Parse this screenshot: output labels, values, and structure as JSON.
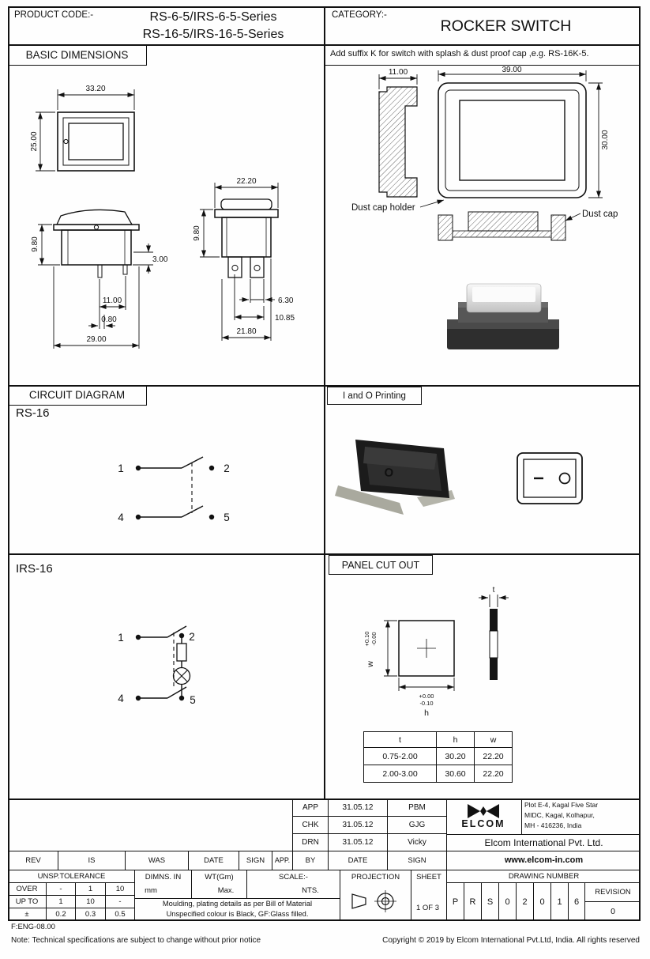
{
  "header": {
    "product_code_label": "PRODUCT CODE:-",
    "product_codes": [
      "RS-6-5/IRS-6-5-Series",
      "RS-16-5/IRS-16-5-Series"
    ],
    "category_label": "CATEGORY:-",
    "category": "ROCKER SWITCH"
  },
  "basic_dimensions": {
    "section_title": "BASIC DIMENSIONS",
    "suffix_note": "Add suffix K for switch with splash & dust proof cap ,e.g. RS-16K-5.",
    "dims": {
      "front_width": "33.20",
      "front_height": "25.00",
      "side_height": "9.80",
      "side_depth": "3.00",
      "pin_pitch": "11.00",
      "pin_offset": "0.80",
      "overall_width": "29.00",
      "top_width": "22.20",
      "front2_height": "9.80",
      "tab_width": "6.30",
      "tab_pitch": "10.85",
      "body_width": "21.80",
      "holder_depth": "11.00",
      "holder_width": "39.00",
      "holder_height": "30.00"
    },
    "labels": {
      "dust_cap_holder": "Dust cap holder",
      "dust_cap": "Dust cap"
    }
  },
  "circuit_diagram": {
    "section_title": "CIRCUIT DIAGRAM",
    "rs16_label": "RS-16",
    "irs16_label": "IRS-16",
    "terminals": [
      "1",
      "2",
      "4",
      "5"
    ]
  },
  "io_printing": {
    "section_title": "I and O Printing",
    "photo_mark": "O"
  },
  "panel_cutout": {
    "section_title": "PANEL CUT OUT",
    "dim_labels": {
      "t": "t",
      "h": "h",
      "w": "w",
      "w_tol_plus": "+0.10",
      "w_tol_minus": "-0.00",
      "h_tol_plus": "+0.00",
      "h_tol_minus": "-0.10"
    },
    "table": {
      "headers": [
        "t",
        "h",
        "w"
      ],
      "rows": [
        [
          "0.75-2.00",
          "30.20",
          "22.20"
        ],
        [
          "2.00-3.00",
          "30.60",
          "22.20"
        ]
      ]
    }
  },
  "title_block": {
    "approvals": [
      {
        "role": "APP",
        "date": "31.05.12",
        "sign": "PBM"
      },
      {
        "role": "CHK",
        "date": "31.05.12",
        "sign": "GJG"
      },
      {
        "role": "DRN",
        "date": "31.05.12",
        "sign": "Vicky"
      }
    ],
    "rev_headers": [
      "REV",
      "IS",
      "WAS",
      "DATE",
      "SIGN",
      "APP.",
      "BY",
      "DATE",
      "SIGN"
    ],
    "company": {
      "logo_text": "ELCOM",
      "address_lines": [
        "Plot E-4, Kagal Five Star",
        "MIDC, Kagal, Kolhapur,",
        "MH - 416236, India"
      ],
      "name": "Elcom International Pvt. Ltd.",
      "website": "www.elcom-in.com"
    },
    "tolerance": {
      "title": "UNSP.TOLERANCE",
      "rows": [
        [
          "OVER",
          "-",
          "1",
          "10"
        ],
        [
          "UP TO",
          "1",
          "10",
          "-"
        ],
        [
          "±",
          "0.2",
          "0.3",
          "0.5"
        ]
      ]
    },
    "dimns_label": "DIMNS. IN",
    "dimns_unit": "mm",
    "wt_label": "WT(Gm)",
    "wt_sub": "Max.",
    "scale_label": "SCALE:-",
    "scale_value": "NTS.",
    "material_note_line1": "Moulding, plating details as per Bill of Material",
    "material_note_line2": "Unspecified colour is Black, GF:Glass filled.",
    "projection_label": "PROJECTION",
    "sheet_label": "SHEET",
    "sheet_value": "1 OF 3",
    "drawing_number_label": "DRAWING NUMBER",
    "drawing_number": [
      "P",
      "R",
      "S",
      "0",
      "2",
      "0",
      "1",
      "6"
    ],
    "revision_label": "REVISION",
    "revision_value": "0"
  },
  "footer": {
    "form_ref": "F:ENG-08.00",
    "note": "Note: Technical specifications are subject to change without prior notice",
    "copyright": "Copyright © 2019 by Elcom International Pvt.Ltd, India. All rights reserved"
  }
}
